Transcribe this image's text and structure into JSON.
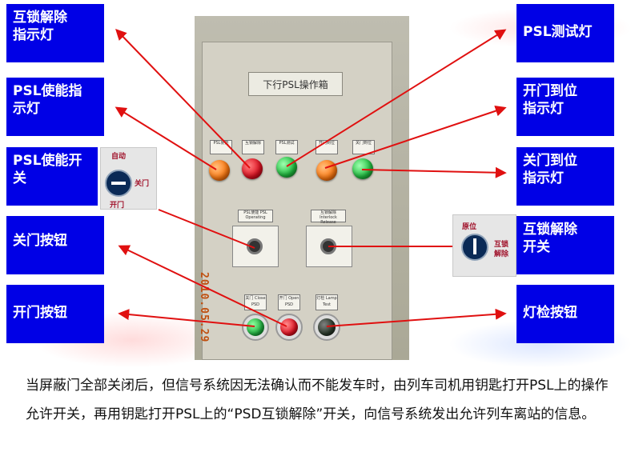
{
  "panel": {
    "title": "下行PSL操作箱",
    "lamp_labels": [
      "PSL使能",
      "互锁解除",
      "PSL测试",
      "开门到位",
      "关门到位"
    ],
    "switch_labels": [
      "PSL使能 PSL Operating",
      "互锁解除 Interlock Release"
    ],
    "button_labels": [
      "关门 Close PSD",
      "开门 Open PSD",
      "灯检 Lamp Test"
    ],
    "date_stamp": "2010.05.29"
  },
  "labels": {
    "interlock_indicator": [
      "互锁解除",
      "指示灯"
    ],
    "psl_enable_indicator": [
      "PSL使能指",
      "示灯"
    ],
    "psl_enable_switch": [
      "PSL使能开",
      "关"
    ],
    "close_button": "关门按钮",
    "open_button": "开门按钮",
    "psl_test_lamp": "PSL测试灯",
    "open_position_indicator": [
      "开门到位",
      "指示灯"
    ],
    "closed_position_indicator": [
      "关门到位",
      "指示灯"
    ],
    "interlock_switch": [
      "互锁解除",
      "开关"
    ],
    "lamp_test_button": "灯检按钮"
  },
  "inset_enable": {
    "top": "自动",
    "right": "关门",
    "bottom": "开门"
  },
  "inset_interlock": {
    "top": "原位",
    "right_line1": "互锁",
    "right_line2": "解除"
  },
  "caption": "当屏蔽门全部关闭后，但信号系统因无法确认而不能发车时，由列车司机用钥匙打开PSL上的操作允许开关，再用钥匙打开PSL上的“PSD互锁解除”开关，向信号系统发出允许列车离站的信息。",
  "colors": {
    "label_box": "#0000e6",
    "arrow": "#e01010",
    "lamp_orange": "#ff7a10",
    "lamp_red": "#e01020",
    "lamp_green": "#20c040"
  }
}
